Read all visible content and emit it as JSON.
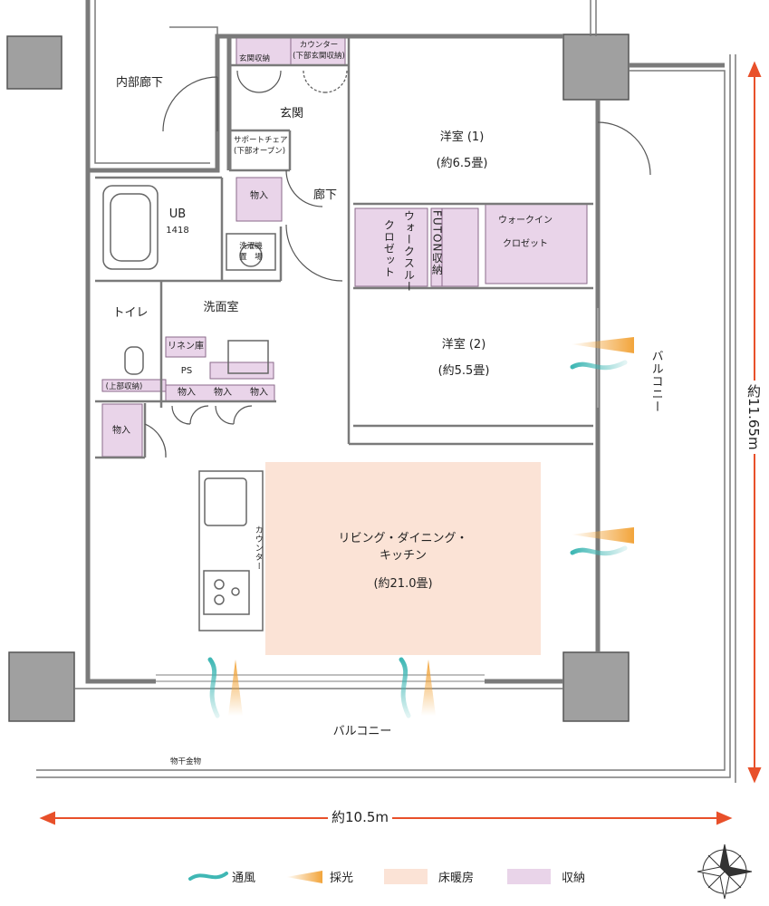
{
  "colors": {
    "storage": "#e9d4e9",
    "floor_heating": "#fbe3d6",
    "wind": "#3fb7b4",
    "light": "#f2a43a",
    "dimension": "#e8502a",
    "wall": "#7a7a7a"
  },
  "rooms": {
    "inner_corridor": "内部廊下",
    "entrance": "玄関",
    "entrance_storage": "玄関収納",
    "counter_top": "カウンター",
    "counter_top_sub": "(下部玄関収納)",
    "support_chair": "サポートチェア",
    "support_chair_sub": "(下部オープン)",
    "hallway": "廊下",
    "closet_hall": "物入",
    "ub": "UB",
    "ub_size": "1418",
    "washer": "洗濯機",
    "washer_sub": "置　場",
    "western1": "洋室 (1)",
    "western1_size": "(約6.5畳)",
    "walk_through": "ウォークスルー",
    "walk_through_sub": "クロゼット",
    "futon": "FUTON収納",
    "walk_in": "ウォークイン",
    "walk_in_sub": "クロゼット",
    "toilet": "トイレ",
    "washroom": "洗面室",
    "linen": "リネン庫",
    "ps": "PS",
    "upper_storage": "(上部収納)",
    "closet_a": "物入",
    "closet_b": "物入",
    "closet_c": "物入",
    "closet_d": "物入",
    "western2": "洋室 (2)",
    "western2_size": "(約5.5畳)",
    "balcony_right": "バルコニー",
    "ldk_line1": "リビング・ダイニング・",
    "ldk_line2": "キッチン",
    "ldk_size": "(約21.0畳)",
    "kitchen_counter": "カウンター",
    "balcony_bottom": "バルコニー",
    "drying_rack": "物干金物"
  },
  "dimensions": {
    "width": "約10.5m",
    "height": "約11.65m"
  },
  "legend": {
    "wind": "通風",
    "light": "採光",
    "floor_heating": "床暖房",
    "storage": "収納"
  }
}
